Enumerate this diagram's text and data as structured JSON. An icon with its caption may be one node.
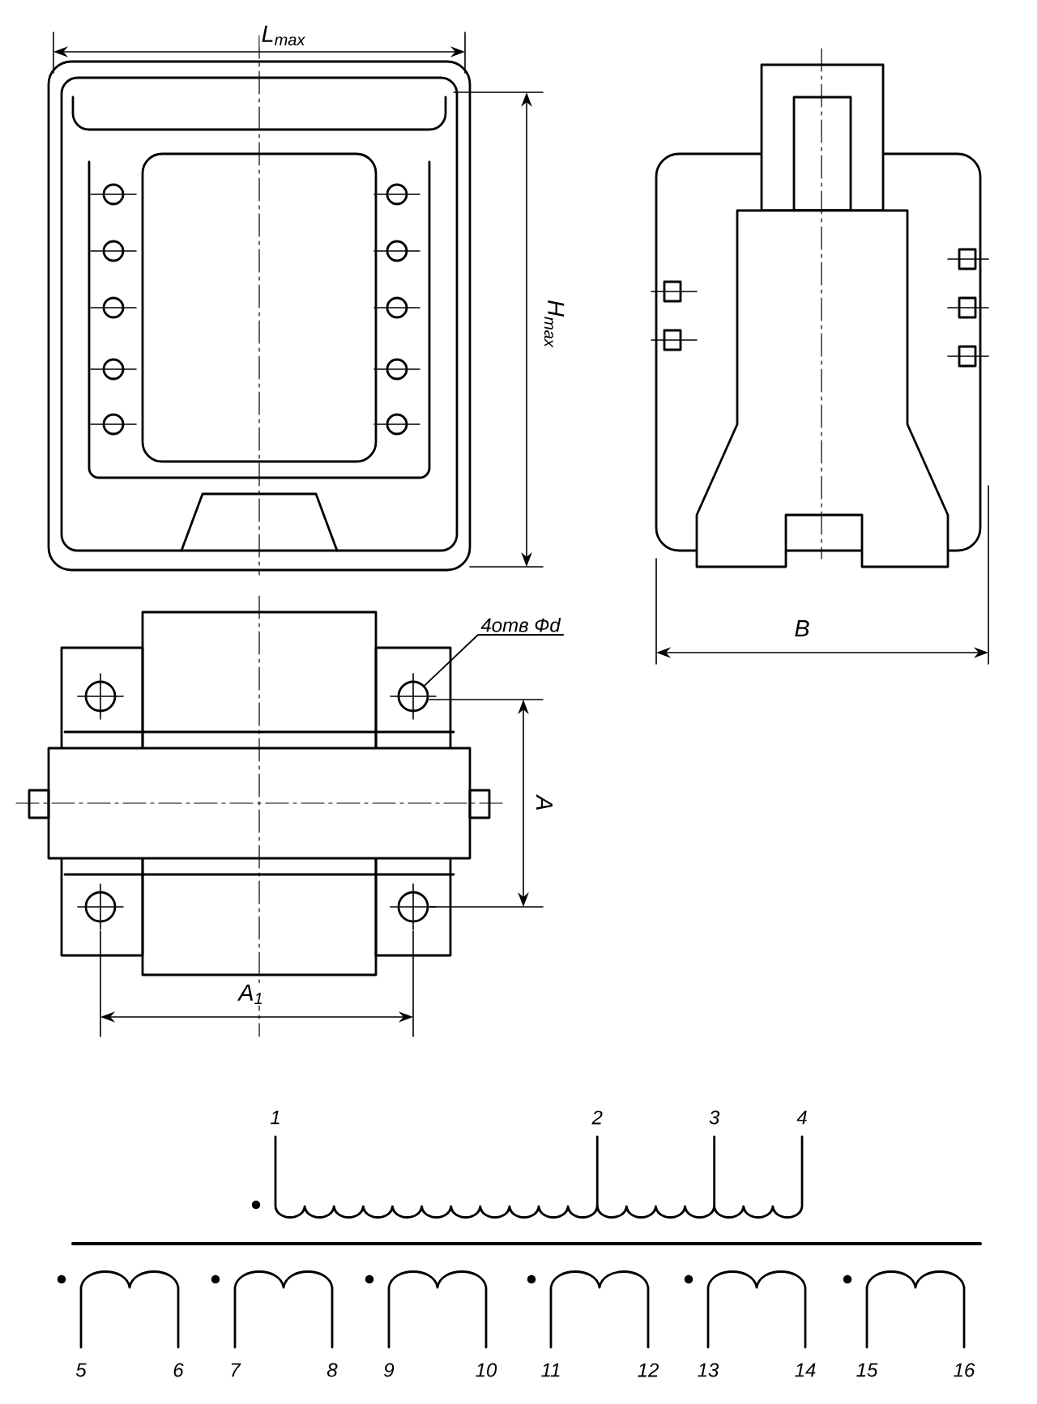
{
  "diagram": {
    "nodes": [
      {
        "text": [
          "4отв Фd"
        ]
      },
      {
        "text": [],
        "shape": "circle"
      }
    ],
    "edges": [
      {
        "from": 0,
        "to": 1,
        "arrow": "none"
      }
    ],
    "labels": [
      "L$_{max}$",
      "H$_{max}$",
      "B",
      "A",
      "A$_{1}$",
      "1",
      "2",
      "3",
      "4",
      "5",
      "6",
      "7",
      "8",
      "9",
      "10",
      "11",
      "12",
      "13",
      "14",
      "15",
      "16"
    ]
  }
}
